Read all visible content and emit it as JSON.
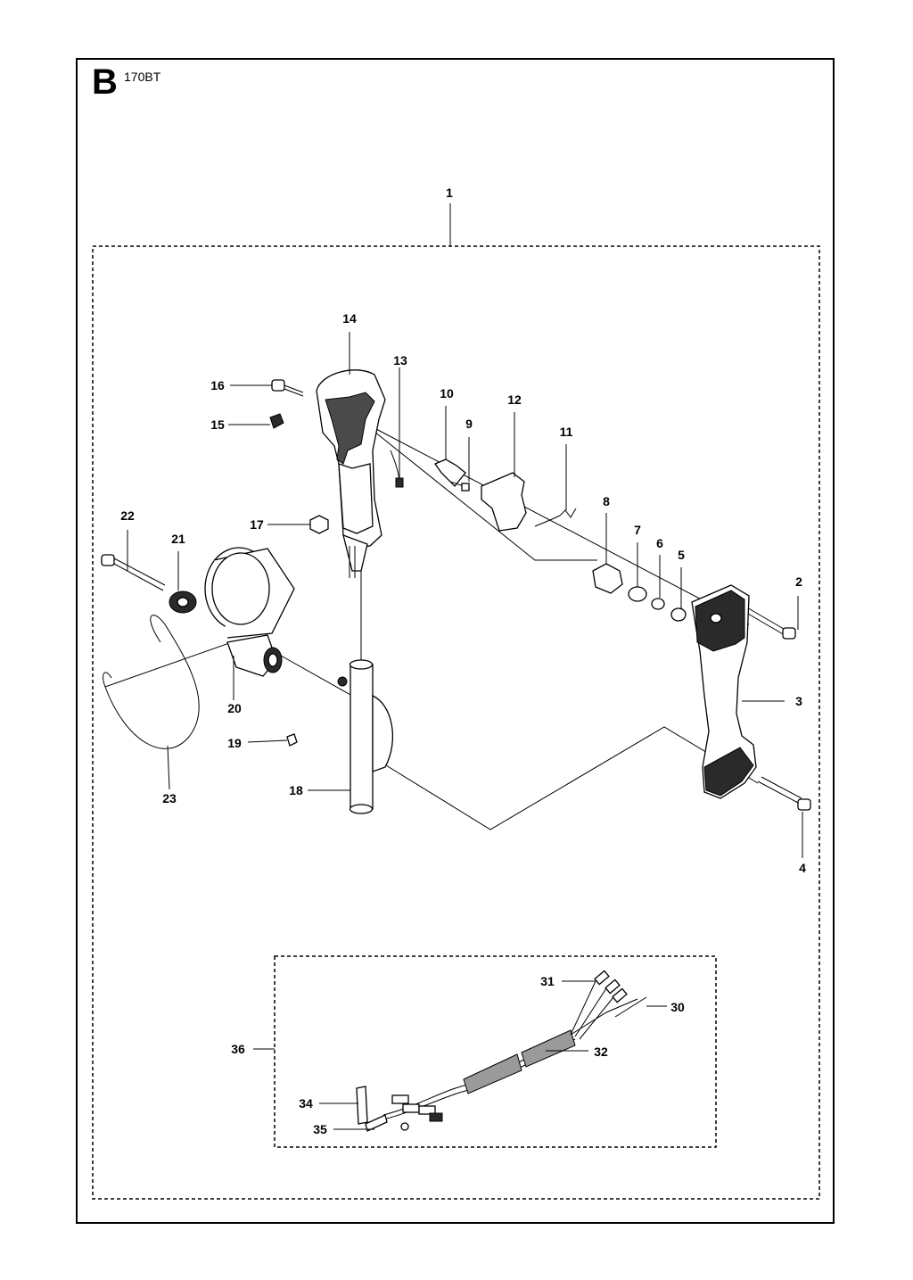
{
  "header": {
    "section_letter": "B",
    "model": "170BT"
  },
  "callouts": {
    "c1": "1",
    "c2": "2",
    "c3": "3",
    "c4": "4",
    "c5": "5",
    "c6": "6",
    "c7": "7",
    "c8": "8",
    "c9": "9",
    "c10": "10",
    "c11": "11",
    "c12": "12",
    "c13": "13",
    "c14": "14",
    "c15": "15",
    "c16": "16",
    "c17": "17",
    "c18": "18",
    "c19": "19",
    "c20": "20",
    "c21": "21",
    "c22": "22",
    "c23": "23",
    "c30": "30",
    "c31": "31",
    "c32": "32",
    "c34": "34",
    "c35": "35",
    "c36": "36"
  }
}
